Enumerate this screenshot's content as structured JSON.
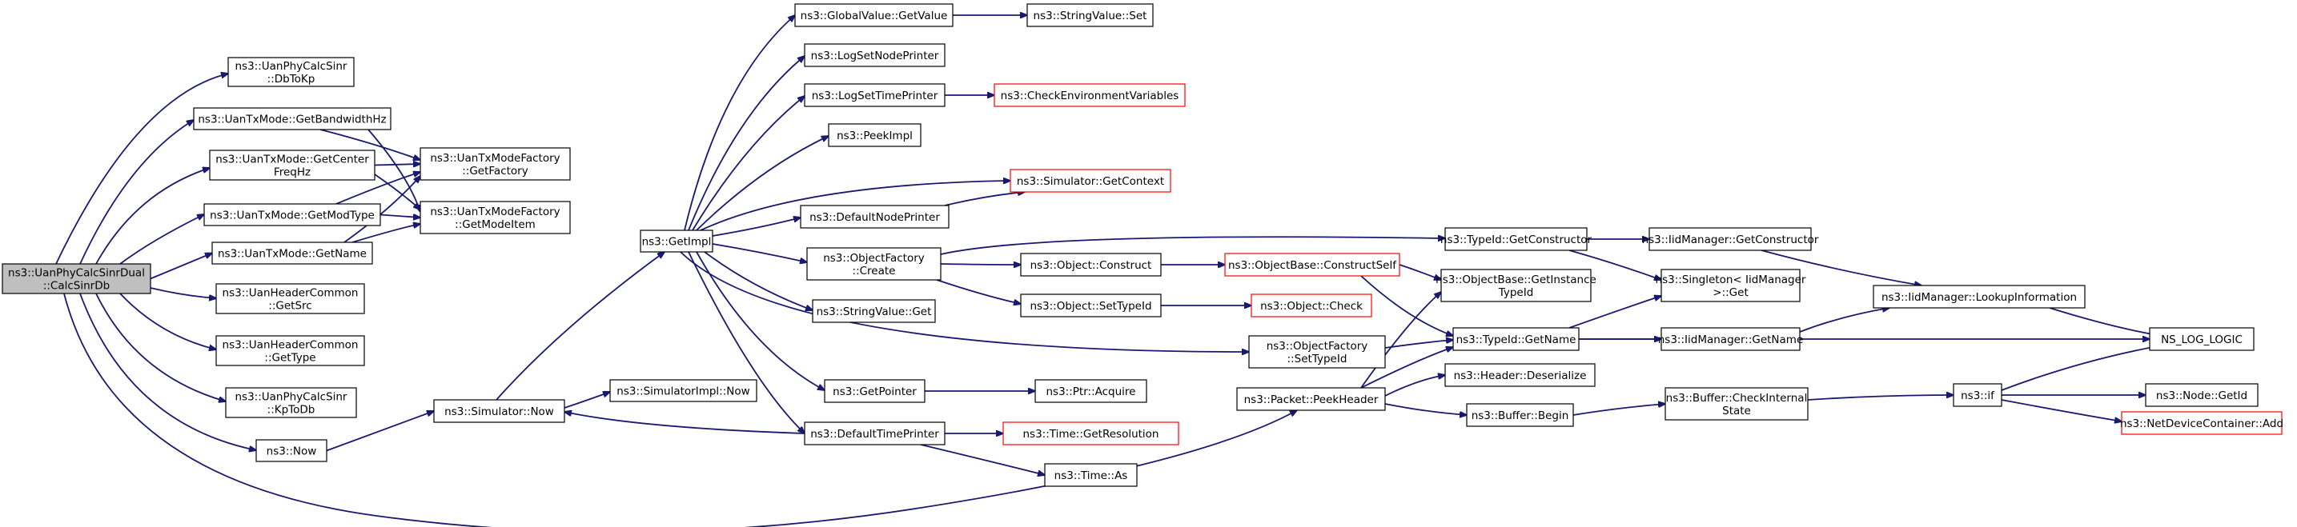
{
  "colors": {
    "node_fill": "#ffffff",
    "node_border": "#000000",
    "node_border_truncated": "#ff0000",
    "root_fill": "#bfbfbf",
    "edge": "#191970"
  },
  "nodes": [
    {
      "id": "root",
      "lines": [
        "ns3::UanPhyCalcSinrDual",
        "::CalcSinrDb"
      ],
      "style": "root"
    },
    {
      "id": "dbtokp",
      "lines": [
        "ns3::UanPhyCalcSinr",
        "::DbToKp"
      ]
    },
    {
      "id": "getbw",
      "lines": [
        "ns3::UanTxMode::GetBandwidthHz"
      ]
    },
    {
      "id": "getcenter",
      "lines": [
        "ns3::UanTxMode::GetCenter",
        "FreqHz"
      ]
    },
    {
      "id": "getmodtype",
      "lines": [
        "ns3::UanTxMode::GetModType"
      ]
    },
    {
      "id": "txgetname",
      "lines": [
        "ns3::UanTxMode::GetName"
      ]
    },
    {
      "id": "getsrc",
      "lines": [
        "ns3::UanHeaderCommon",
        "::GetSrc"
      ]
    },
    {
      "id": "gettype",
      "lines": [
        "ns3::UanHeaderCommon",
        "::GetType"
      ]
    },
    {
      "id": "kptodb",
      "lines": [
        "ns3::UanPhyCalcSinr",
        "::KpToDb"
      ]
    },
    {
      "id": "now",
      "lines": [
        "ns3::Now"
      ]
    },
    {
      "id": "getfactory",
      "lines": [
        "ns3::UanTxModeFactory",
        "::GetFactory"
      ]
    },
    {
      "id": "getmodeitem",
      "lines": [
        "ns3::UanTxModeFactory",
        "::GetModeItem"
      ]
    },
    {
      "id": "simnow",
      "lines": [
        "ns3::Simulator::Now"
      ]
    },
    {
      "id": "getimpl",
      "lines": [
        "ns3::GetImpl"
      ]
    },
    {
      "id": "simimplnow",
      "lines": [
        "ns3::SimulatorImpl::Now"
      ]
    },
    {
      "id": "gvget",
      "lines": [
        "ns3::GlobalValue::GetValue"
      ]
    },
    {
      "id": "svset",
      "lines": [
        "ns3::StringValue::Set"
      ]
    },
    {
      "id": "lognode",
      "lines": [
        "ns3::LogSetNodePrinter"
      ]
    },
    {
      "id": "logtime",
      "lines": [
        "ns3::LogSetTimePrinter"
      ]
    },
    {
      "id": "checkenv",
      "lines": [
        "ns3::CheckEnvironmentVariables"
      ],
      "style": "truncated"
    },
    {
      "id": "peekimpl",
      "lines": [
        "ns3::PeekImpl"
      ]
    },
    {
      "id": "getcontext",
      "lines": [
        "ns3::Simulator::GetContext"
      ],
      "style": "truncated"
    },
    {
      "id": "defnode",
      "lines": [
        "ns3::DefaultNodePrinter"
      ]
    },
    {
      "id": "ofcreate",
      "lines": [
        "ns3::ObjectFactory",
        "::Create"
      ]
    },
    {
      "id": "svget",
      "lines": [
        "ns3::StringValue::Get"
      ]
    },
    {
      "id": "getpointer",
      "lines": [
        "ns3::GetPointer"
      ]
    },
    {
      "id": "deftime",
      "lines": [
        "ns3::DefaultTimePrinter"
      ]
    },
    {
      "id": "ptracquire",
      "lines": [
        "ns3::Ptr::Acquire"
      ]
    },
    {
      "id": "getres",
      "lines": [
        "ns3::Time::GetResolution"
      ],
      "style": "truncated"
    },
    {
      "id": "timeas",
      "lines": [
        "ns3::Time::As"
      ]
    },
    {
      "id": "objconstruct",
      "lines": [
        "ns3::Object::Construct"
      ]
    },
    {
      "id": "objsettypeid",
      "lines": [
        "ns3::Object::SetTypeId"
      ]
    },
    {
      "id": "constructself",
      "lines": [
        "ns3::ObjectBase::ConstructSelf"
      ],
      "style": "truncated"
    },
    {
      "id": "objcheck",
      "lines": [
        "ns3::Object::Check"
      ],
      "style": "truncated"
    },
    {
      "id": "ofsettypeid",
      "lines": [
        "ns3::ObjectFactory",
        "::SetTypeId"
      ]
    },
    {
      "id": "peekheader",
      "lines": [
        "ns3::Packet::PeekHeader"
      ]
    },
    {
      "id": "tidgetctor",
      "lines": [
        "ns3::TypeId::GetConstructor"
      ]
    },
    {
      "id": "getinsttid",
      "lines": [
        "ns3::ObjectBase::GetInstance",
        "TypeId"
      ]
    },
    {
      "id": "tidgetname",
      "lines": [
        "ns3::TypeId::GetName"
      ]
    },
    {
      "id": "hdrdeser",
      "lines": [
        "ns3::Header::Deserialize"
      ]
    },
    {
      "id": "bufbegin",
      "lines": [
        "ns3::Buffer::Begin"
      ]
    },
    {
      "id": "iidgetctor",
      "lines": [
        "ns3::IidManager::GetConstructor"
      ]
    },
    {
      "id": "singleton",
      "lines": [
        "ns3::Singleton< IidManager",
        " >::Get"
      ]
    },
    {
      "id": "iidgetname",
      "lines": [
        "ns3::IidManager::GetName"
      ]
    },
    {
      "id": "bufcheck",
      "lines": [
        "ns3::Buffer::CheckInternal",
        "State"
      ]
    },
    {
      "id": "lookup",
      "lines": [
        "ns3::IidManager::LookupInformation"
      ]
    },
    {
      "id": "nslog",
      "lines": [
        "NS_LOG_LOGIC"
      ]
    },
    {
      "id": "nsif",
      "lines": [
        "ns3::if"
      ]
    },
    {
      "id": "nodegetid",
      "lines": [
        "ns3::Node::GetId"
      ]
    },
    {
      "id": "ndcadd",
      "lines": [
        "ns3::NetDeviceContainer::Add"
      ],
      "style": "truncated"
    }
  ]
}
